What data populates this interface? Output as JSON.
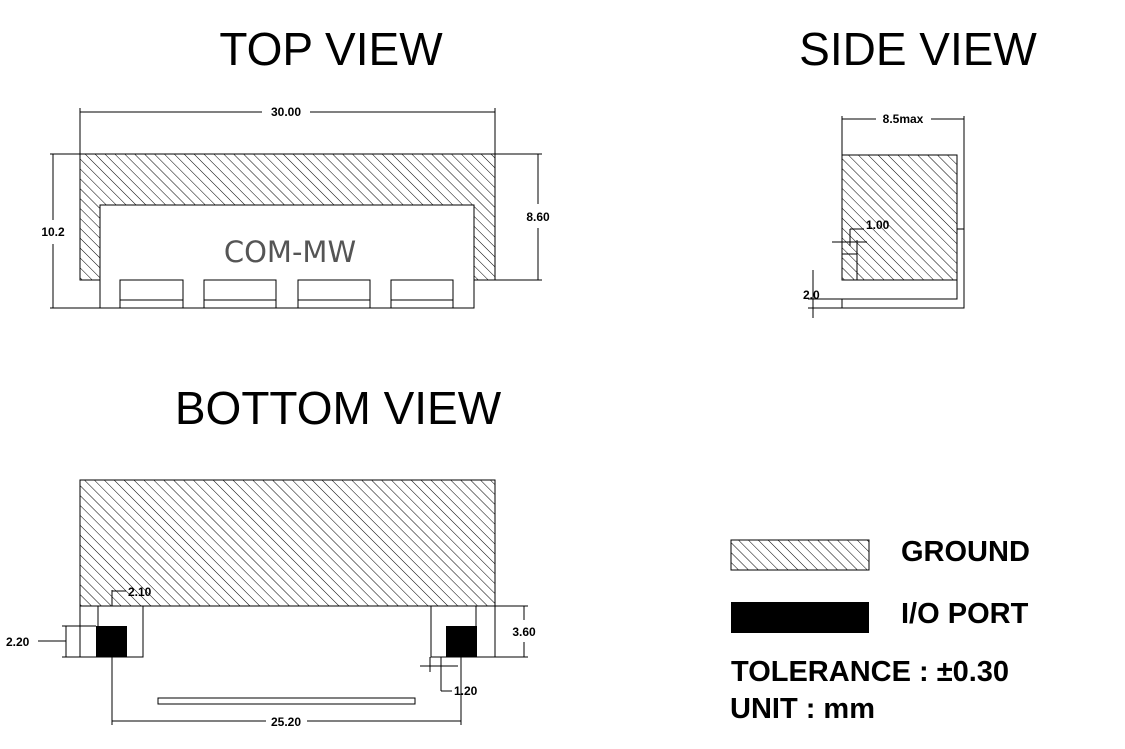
{
  "titles": {
    "top_view": "TOP VIEW",
    "side_view": "SIDE VIEW",
    "bottom_view": "BOTTOM VIEW"
  },
  "top_view": {
    "label": "COM-MW",
    "dim_width": "30.00",
    "dim_height_left": "10.2",
    "dim_height_right": "8.60"
  },
  "side_view": {
    "dim_width": "8.5max",
    "dim_step": "1.00",
    "dim_base": "2.0"
  },
  "bottom_view": {
    "dim_pad_offset": "2.10",
    "dim_pad_height": "2.20",
    "dim_notch_height": "3.60",
    "dim_pad_width": "1.20",
    "dim_pad_spacing": "25.20"
  },
  "legend": {
    "ground_label": "GROUND",
    "io_port_label": "I/O PORT",
    "tolerance": "TOLERANCE : ±0.30",
    "unit": "UNIT : mm"
  },
  "colors": {
    "line": "#000000",
    "background": "#ffffff",
    "io_port": "#000000",
    "label_text": "#555555"
  }
}
